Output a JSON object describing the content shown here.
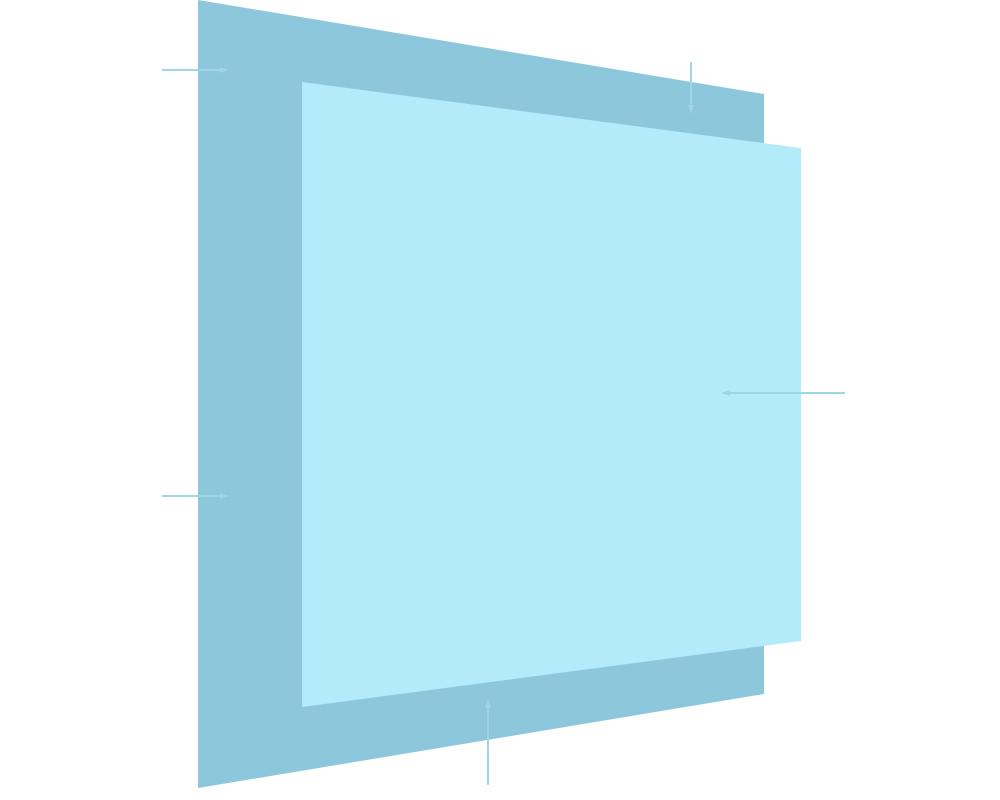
{
  "diagram": {
    "colors": {
      "background": "#ffffff",
      "back_panel": "#8dc7db",
      "front_panel": "#b3ebfb",
      "pointer": "#9fd6e6"
    },
    "panels": [
      {
        "name": "back-panel",
        "color_key": "back_panel"
      },
      {
        "name": "front-panel",
        "color_key": "front_panel"
      }
    ],
    "pointers": [
      {
        "name": "pointer-arrow-top-left",
        "direction": "right"
      },
      {
        "name": "pointer-arrow-left",
        "direction": "right"
      },
      {
        "name": "pointer-arrow-top",
        "direction": "down"
      },
      {
        "name": "pointer-arrow-right",
        "direction": "left"
      },
      {
        "name": "pointer-arrow-bottom",
        "direction": "up"
      }
    ]
  }
}
